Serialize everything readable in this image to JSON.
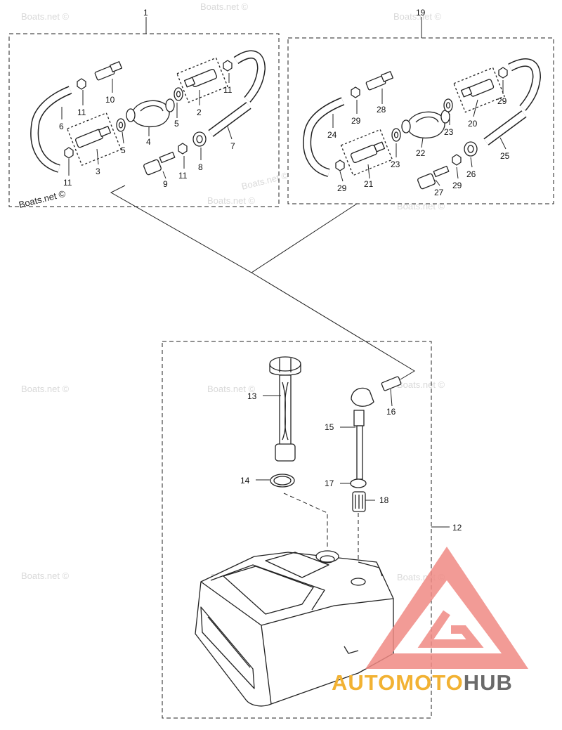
{
  "callouts": {
    "c1": "1",
    "c2": "2",
    "c3": "3",
    "c4": "4",
    "c5a": "5",
    "c5b": "5",
    "c6": "6",
    "c7": "7",
    "c8": "8",
    "c9": "9",
    "c10": "10",
    "c11a": "11",
    "c11b": "11",
    "c11c": "11",
    "c11d": "11",
    "c12": "12",
    "c13": "13",
    "c14": "14",
    "c15": "15",
    "c16": "16",
    "c17": "17",
    "c18": "18",
    "c19": "19",
    "c20": "20",
    "c21": "21",
    "c22": "22",
    "c23a": "23",
    "c23b": "23",
    "c24": "24",
    "c25": "25",
    "c26": "26",
    "c27": "27",
    "c28": "28",
    "c29a": "29",
    "c29b": "29",
    "c29c": "29",
    "c29d": "29"
  },
  "watermark": "Boats.net ©",
  "brand": {
    "part1": "AUTOMOTO",
    "part2": "HUB"
  },
  "colors": {
    "line": "#222222",
    "triangle": "#f08a84",
    "brand_gold": "#f2b233",
    "brand_gray": "#6a6a6a",
    "watermark": "#d9d9d9"
  }
}
